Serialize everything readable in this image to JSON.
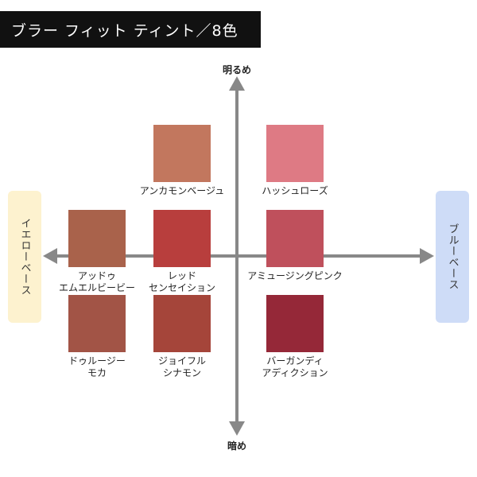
{
  "title": "ブラー フィット ティント／8色",
  "axes": {
    "top": "明るめ",
    "bottom": "暗め",
    "left": "イエローベース",
    "right": "ブルーベース"
  },
  "colors": {
    "yellow_base_box": "#fdf2cf",
    "blue_base_box": "#cedcf7",
    "axis": "#888888"
  },
  "items": [
    {
      "name": "アンカモンベージュ",
      "lines": [
        "アンカモンベージュ"
      ],
      "color": "#c2775e"
    },
    {
      "name": "ハッシュローズ",
      "lines": [
        "ハッシュローズ"
      ],
      "color": "#de7a84"
    },
    {
      "name": "アッドゥ エムエルビービー",
      "lines": [
        "アッドゥ",
        "エムエルビービー"
      ],
      "color": "#a9624b"
    },
    {
      "name": "レッド センセイション",
      "lines": [
        "レッド",
        "センセイション"
      ],
      "color": "#b83e3d"
    },
    {
      "name": "アミュージングピンク",
      "lines": [
        "アミュージングピンク"
      ],
      "color": "#bf505c"
    },
    {
      "name": "ドゥルージー モカ",
      "lines": [
        "ドゥルージー",
        "モカ"
      ],
      "color": "#a25446"
    },
    {
      "name": "ジョイフル シナモン",
      "lines": [
        "ジョイフル",
        "シナモン"
      ],
      "color": "#a5453a"
    },
    {
      "name": "バーガンディ アディクション",
      "lines": [
        "バーガンディ",
        "アディクション"
      ],
      "color": "#952838"
    }
  ]
}
